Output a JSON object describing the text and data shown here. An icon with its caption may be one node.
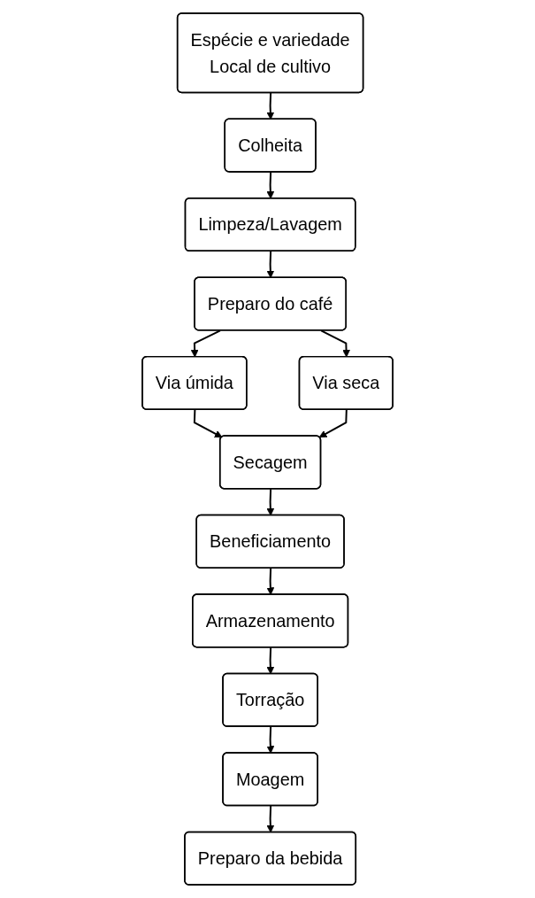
{
  "diagram": {
    "nodes": [
      {
        "text": [
          "Espécie e variedade",
          "Local de cultivo"
        ]
      },
      {
        "text": [
          "Colheita"
        ]
      },
      {
        "text": [
          "Limpeza/Lavagem"
        ]
      },
      {
        "text": [
          "Preparo do café"
        ]
      },
      {
        "text": [
          "Via úmida"
        ]
      },
      {
        "text": [
          "Via seca"
        ]
      },
      {
        "text": [
          "Secagem"
        ]
      },
      {
        "text": [
          "Beneficiamento"
        ]
      },
      {
        "text": [
          "Armazenamento"
        ]
      },
      {
        "text": [
          "Torração"
        ]
      },
      {
        "text": [
          "Moagem"
        ]
      },
      {
        "text": [
          "Preparo da bebida"
        ]
      }
    ],
    "edges": [
      {
        "from": 0,
        "to": 1,
        "arrow": "to"
      },
      {
        "from": 1,
        "to": 2,
        "arrow": "to"
      },
      {
        "from": 2,
        "to": 3,
        "arrow": "to"
      },
      {
        "from": 3,
        "to": 4,
        "arrow": "to"
      },
      {
        "from": 3,
        "to": 5,
        "arrow": "to"
      },
      {
        "from": 4,
        "to": 6,
        "arrow": "to"
      },
      {
        "from": 5,
        "to": 6,
        "arrow": "to"
      },
      {
        "from": 6,
        "to": 7,
        "arrow": "to"
      },
      {
        "from": 7,
        "to": 8,
        "arrow": "to"
      },
      {
        "from": 8,
        "to": 9,
        "arrow": "to"
      },
      {
        "from": 9,
        "to": 10,
        "arrow": "to"
      },
      {
        "from": 10,
        "to": 11,
        "arrow": "to"
      }
    ]
  }
}
